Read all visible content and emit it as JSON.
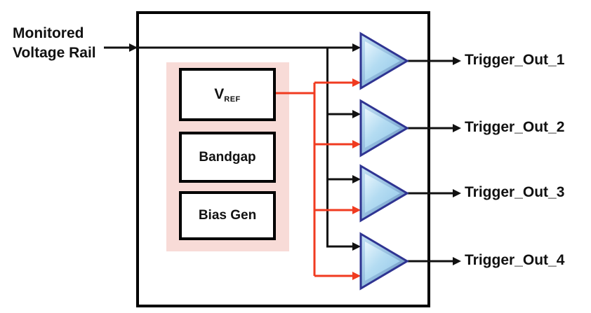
{
  "diagram_type": "voltage-monitor-block-diagram",
  "colors": {
    "background": "#FFFFFF",
    "wire_black": "#111111",
    "wire_red": "#F03B20",
    "chip_border": "#000000",
    "reference_section_pink": "#F8DBD7",
    "block_fill": "#FFFFFF",
    "comparator_border": "#2F3492",
    "comparator_fill_light": "#E9F6FD",
    "comparator_fill_mid": "#A3CFEA",
    "comparator_fill_dark": "#5E82AE"
  },
  "input_rail": {
    "label_line1": "Monitored",
    "label_line2": "Voltage Rail"
  },
  "reference_section": {
    "vref_main": "V",
    "vref_sub": "REF",
    "bandgap_label": "Bandgap",
    "bias_gen_label": "Bias Gen"
  },
  "comparators": [
    {
      "output_label": "Trigger_Out_1"
    },
    {
      "output_label": "Trigger_Out_2"
    },
    {
      "output_label": "Trigger_Out_3"
    },
    {
      "output_label": "Trigger_Out_4"
    }
  ]
}
